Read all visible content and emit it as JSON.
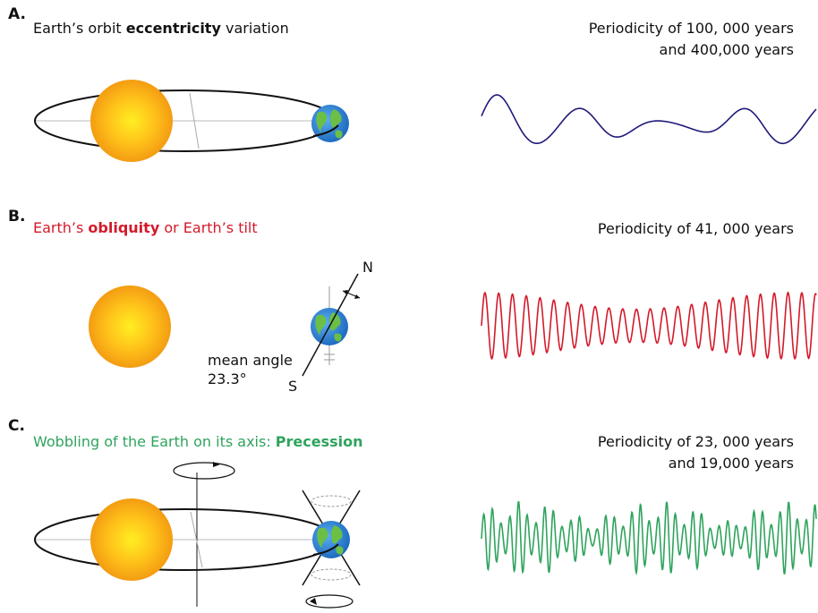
{
  "colors": {
    "eccentricity": "#1f1a7a",
    "obliquity": "#d31a2a",
    "precession": "#2fa35d",
    "sun_core": "#ffee22",
    "sun_edge": "#f39c12",
    "earth_water": "#2a7fd4",
    "earth_land": "#6bbf45"
  },
  "sections": [
    {
      "letter": "A.",
      "title_pre": "Earth’s orbit ",
      "title_bold": "eccentricity",
      "title_post": " variation",
      "periodicity": [
        "Periodicity of 100, 000 years",
        "and 400,000 years"
      ],
      "wave_icon": "eccentricity-wave"
    },
    {
      "letter": "B.",
      "title_pre": "Earth’s ",
      "title_bold": "obliquity",
      "title_post": " or Earth’s tilt",
      "periodicity": [
        "Periodicity of 41, 000 years"
      ],
      "axis_north": "N",
      "axis_south": "S",
      "angle_label": "mean angle",
      "angle_value": "23.3°",
      "wave_icon": "obliquity-wave"
    },
    {
      "letter": "C.",
      "title_pre": "Wobbling of the Earth on its axis: ",
      "title_bold": "Precession",
      "title_post": "",
      "periodicity": [
        "Periodicity of 23, 000 years",
        "and 19,000 years"
      ],
      "wave_icon": "precession-wave"
    }
  ]
}
